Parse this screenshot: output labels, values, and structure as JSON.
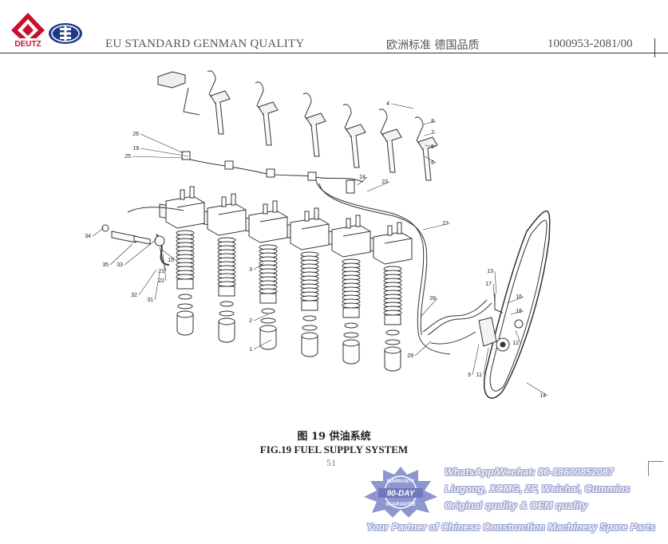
{
  "header": {
    "brand_logo_text": "DEUTZ",
    "left_text": "EU STANDARD   GENMAN QUALITY",
    "center_text": "欧洲标准  德国品质",
    "right_text": "1000953-2081/00"
  },
  "diagram": {
    "part_labels": [
      "1",
      "2",
      "3",
      "4",
      "5",
      "6",
      "7",
      "8",
      "9",
      "11",
      "12",
      "13",
      "14",
      "15",
      "16",
      "17",
      "18",
      "19",
      "21",
      "22",
      "23",
      "24",
      "25",
      "26",
      "27",
      "28",
      "29",
      "31",
      "32",
      "33",
      "34",
      "35"
    ]
  },
  "caption": {
    "cn": "图 19  供油系统",
    "en": "FIG.19 FUEL SUPPLY SYSTEM",
    "page_number": "51"
  },
  "watermark": {
    "badge_top": "WARRANTY",
    "badge_center": "90-DAY",
    "badge_bottom": "GUARANTEE",
    "line1": "WhatsApp/Wechat: 86-18630852087",
    "line2": "Liugong, XCMG, ZF, Weichai, Cummins",
    "line3": "Original quality & OEM quality",
    "line4": "Your Partner of Chinese Construction Machinery Spare Parts"
  }
}
